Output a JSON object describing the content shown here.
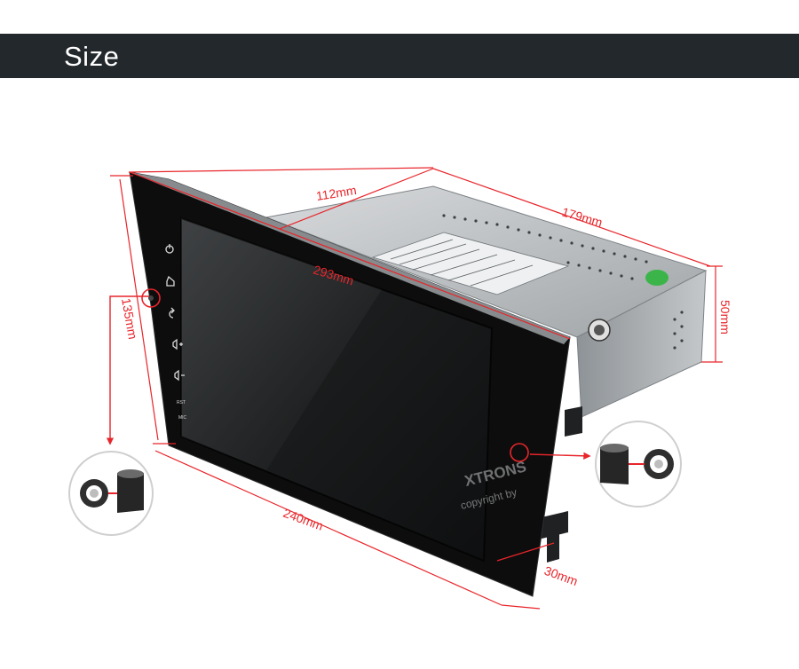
{
  "header": {
    "title": "Size"
  },
  "dimensions": {
    "top_depth": "112mm",
    "side_length": "179mm",
    "diagonal_width": "293mm",
    "left_height": "135mm",
    "right_height": "50mm",
    "bottom_width": "240mm",
    "frame_depth": "30mm"
  },
  "buttons": {
    "rst": "RST",
    "mic": "MIC"
  },
  "watermark": {
    "brand": "XTRONS",
    "line": "copyright by"
  },
  "colors": {
    "header_bg": "#23282c",
    "dimension_line": "#e8252a",
    "screen": "#161819",
    "bezel": "#0d0d0d",
    "chassis": "#b9bdc0"
  },
  "icons": [
    "power-icon",
    "home-icon",
    "back-icon",
    "volume-up-icon",
    "volume-down-icon",
    "mounting-hole-icon",
    "clip-detail-icon"
  ]
}
